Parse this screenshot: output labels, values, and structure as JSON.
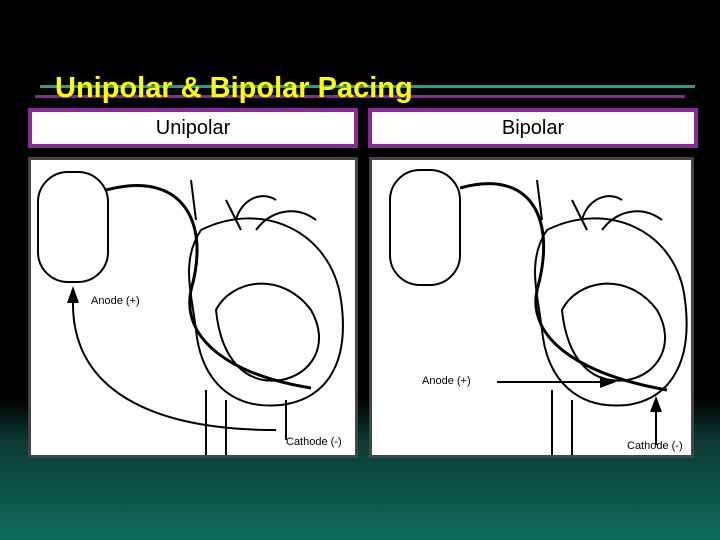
{
  "slide": {
    "title": "Unipolar & Bipolar Pacing"
  },
  "panels": {
    "unipolar": {
      "header": "Unipolar",
      "anode_label": "Anode (+)",
      "cathode_label": "Cathode (-)"
    },
    "bipolar": {
      "header": "Bipolar",
      "anode_label": "Anode (+)",
      "cathode_label": "Cathode (-)"
    }
  },
  "colors": {
    "title_text": "#ffff00",
    "title_underline_green": "#1fa08a",
    "title_underline_purple": "#8a2a9a",
    "tab_border": "#8a2a9a",
    "background_top": "#000000",
    "background_bottom": "#0f6b5c"
  }
}
